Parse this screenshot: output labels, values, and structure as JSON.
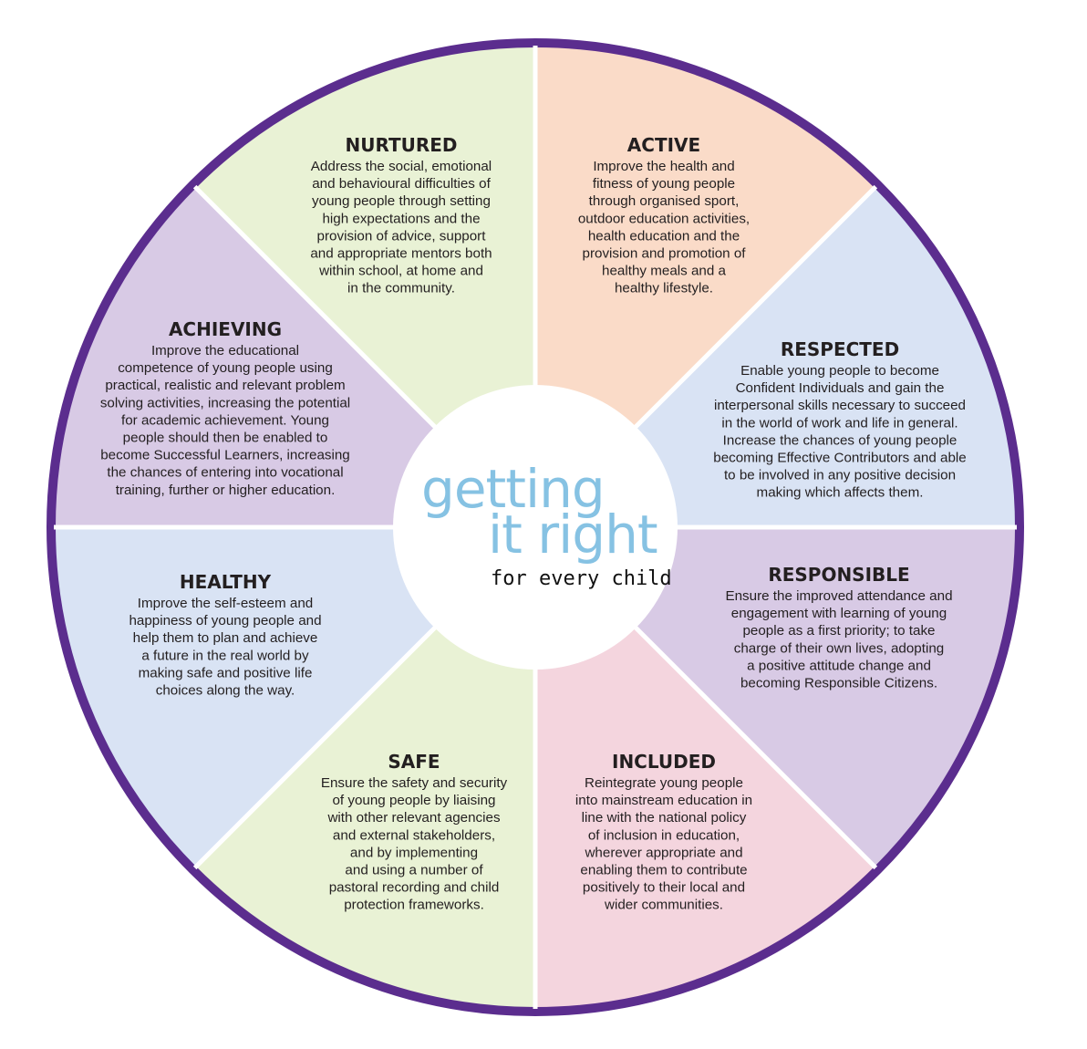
{
  "logo": {
    "line1": "getting",
    "line2": "it right",
    "line3": "for every child"
  },
  "colors": {
    "rim": "#5b2d8e",
    "divider": "#ffffff",
    "center": "#ffffff"
  },
  "segments": [
    {
      "id": "nurtured",
      "title": "NURTURED",
      "color": "#e9f2d5",
      "lines": [
        "Address the social, emotional",
        "and behavioural difficulties of",
        "young people through setting",
        "high expectations and the",
        "provision of advice, support",
        "and appropriate mentors both",
        "within school, at home and",
        "in the community."
      ]
    },
    {
      "id": "active",
      "title": "ACTIVE",
      "color": "#fadbc8",
      "lines": [
        "Improve the health and",
        "fitness of young people",
        "through organised sport,",
        "outdoor education activities,",
        "health education and the",
        "provision and promotion of",
        "healthy meals and a",
        "healthy lifestyle."
      ]
    },
    {
      "id": "respected",
      "title": "RESPECTED",
      "color": "#d9e3f4",
      "lines": [
        "Enable young people to become",
        "Confident Individuals and gain the",
        "interpersonal skills necessary to succeed",
        "in the world of work and life in general.",
        "Increase the chances of young people",
        "becoming Effective Contributors and able",
        "to be involved in any positive decision",
        "making which affects them."
      ]
    },
    {
      "id": "responsible",
      "title": "RESPONSIBLE",
      "color": "#d8cae5",
      "lines": [
        "Ensure the improved attendance and",
        "engagement with learning of young",
        "people as a first priority; to take",
        "charge of their own lives, adopting",
        "a positive attitude change and",
        "becoming Responsible Citizens."
      ]
    },
    {
      "id": "included",
      "title": "INCLUDED",
      "color": "#f4d5de",
      "lines": [
        "Reintegrate young people",
        "into mainstream education in",
        "line with the national policy",
        "of inclusion in education,",
        "wherever appropriate and",
        "enabling them to contribute",
        "positively to their local and",
        "wider communities."
      ]
    },
    {
      "id": "safe",
      "title": "SAFE",
      "color": "#e9f2d5",
      "lines": [
        "Ensure the safety and security",
        "of young people by liaising",
        "with other relevant agencies",
        "and external stakeholders,",
        "and by implementing",
        "and using a number of",
        "pastoral recording and child",
        "protection frameworks."
      ]
    },
    {
      "id": "healthy",
      "title": "HEALTHY",
      "color": "#d9e3f4",
      "lines": [
        "Improve the self-esteem and",
        "happiness of young people and",
        "help them to plan and achieve",
        "a future in the real world by",
        "making safe and positive life",
        "choices along the way."
      ]
    },
    {
      "id": "achieving",
      "title": "ACHIEVING",
      "color": "#d8cae5",
      "lines": [
        "Improve the educational",
        "competence of young people using",
        "practical, realistic and relevant problem",
        "solving activities, increasing the potential",
        "for academic achievement. Young",
        "people should then be enabled to",
        "become Successful Learners, increasing",
        "the chances of entering into vocational",
        "training, further or higher education."
      ]
    }
  ]
}
